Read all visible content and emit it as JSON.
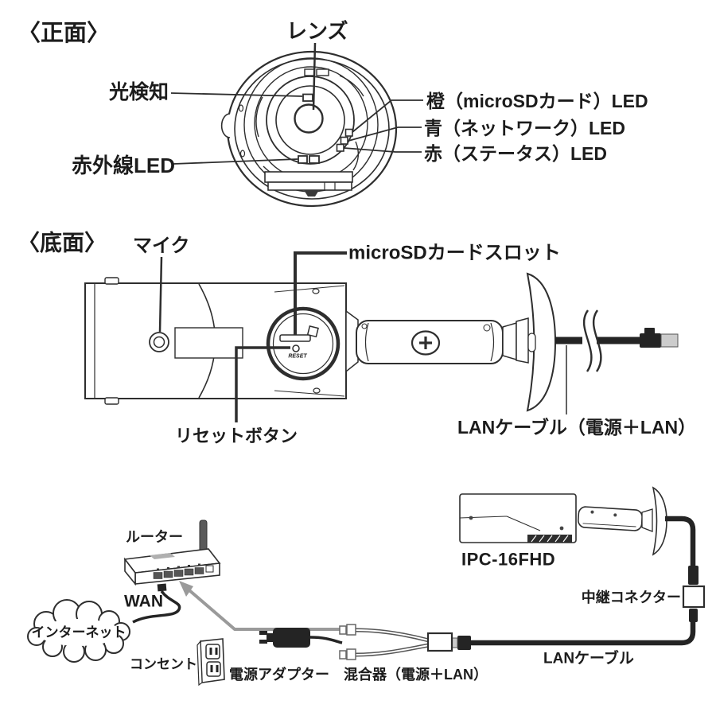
{
  "document": {
    "type": "camera-manual-diagram",
    "model": "IPC-16FHD"
  },
  "colors": {
    "line": "#2e2e2e",
    "text": "#1c1c1c",
    "gray_cable": "#9a9a9a",
    "connector_tip": "#cccccc",
    "background": "#ffffff"
  },
  "front_view": {
    "title": "〈正面〉",
    "labels": {
      "lens": "レンズ",
      "light_sensor": "光検知",
      "ir_led": "赤外線LED",
      "orange_led": "橙（microSDカード）LED",
      "blue_led": "青（ネットワーク）LED",
      "red_led": "赤（ステータス）LED"
    }
  },
  "bottom_view": {
    "title": "〈底面〉",
    "labels": {
      "mic": "マイク",
      "sd_slot": "microSDカードスロット",
      "reset": "リセットボタン",
      "lan_cable": "LANケーブル（電源＋LAN）"
    },
    "engraving": "RESET"
  },
  "connection_diagram": {
    "labels": {
      "router": "ルーター",
      "wan": "WAN",
      "internet": "インターネット",
      "outlet": "コンセント",
      "power_adapter": "電源アダプター",
      "combiner": "混合器（電源＋LAN）",
      "lan_cable": "LANケーブル",
      "relay_connector": "中継コネクター",
      "camera_model": "IPC-16FHD"
    }
  }
}
